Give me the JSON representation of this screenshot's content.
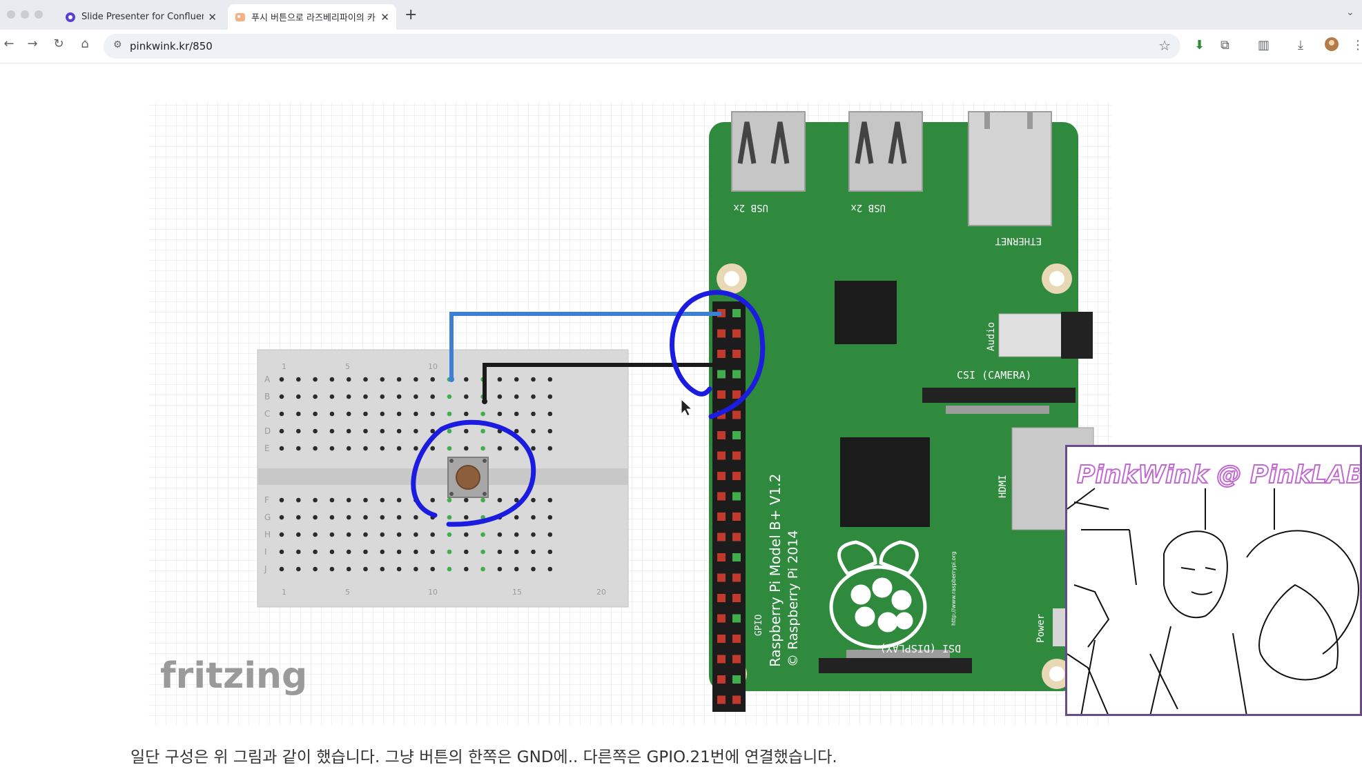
{
  "browser": {
    "tabs": [
      {
        "title": "Slide Presenter for Confluence",
        "active": false,
        "icon": "slide-presenter-icon"
      },
      {
        "title": "푸시 버튼으로 라즈베리파이의 카메라",
        "active": true,
        "icon": "pinkwink-favicon"
      }
    ],
    "address": "pinkwink.kr/850"
  },
  "figure": {
    "watermark": "fritzing",
    "board": {
      "model_line1": "Raspberry Pi Model B+ V1.2",
      "model_line2": "© Raspberry Pi 2014",
      "gpio": "GPIO",
      "usb1": "USB 2x",
      "usb2": "USB 2x",
      "ethernet": "ETHERNET",
      "audio": "Audio",
      "csi": "CSI (CAMERA)",
      "dsi": "DSI (DISPLAY)",
      "hdmi": "HDMI",
      "power": "Power",
      "url": "http://www.raspberrypi.org"
    },
    "breadboard": {
      "rows_top": [
        "A",
        "B",
        "C",
        "D",
        "E"
      ],
      "rows_bottom": [
        "F",
        "G",
        "H",
        "I",
        "J"
      ],
      "cols": [
        "1",
        "5",
        "10",
        "15",
        "20"
      ]
    },
    "colors": {
      "board": "#2f8a3e",
      "wire_gpio": "#3d7fd6",
      "wire_gnd": "#1b1b1b",
      "annotation": "#1c1ce0"
    }
  },
  "caption": "일단 구성은 위 그림과 같이 했습니다. 그냥 버튼의 한쪽은 GND에.. 다른쪽은 GPIO.21번에 연결했습니다.",
  "webcam": {
    "watermark": "PinkWink @ PinkLAB"
  }
}
